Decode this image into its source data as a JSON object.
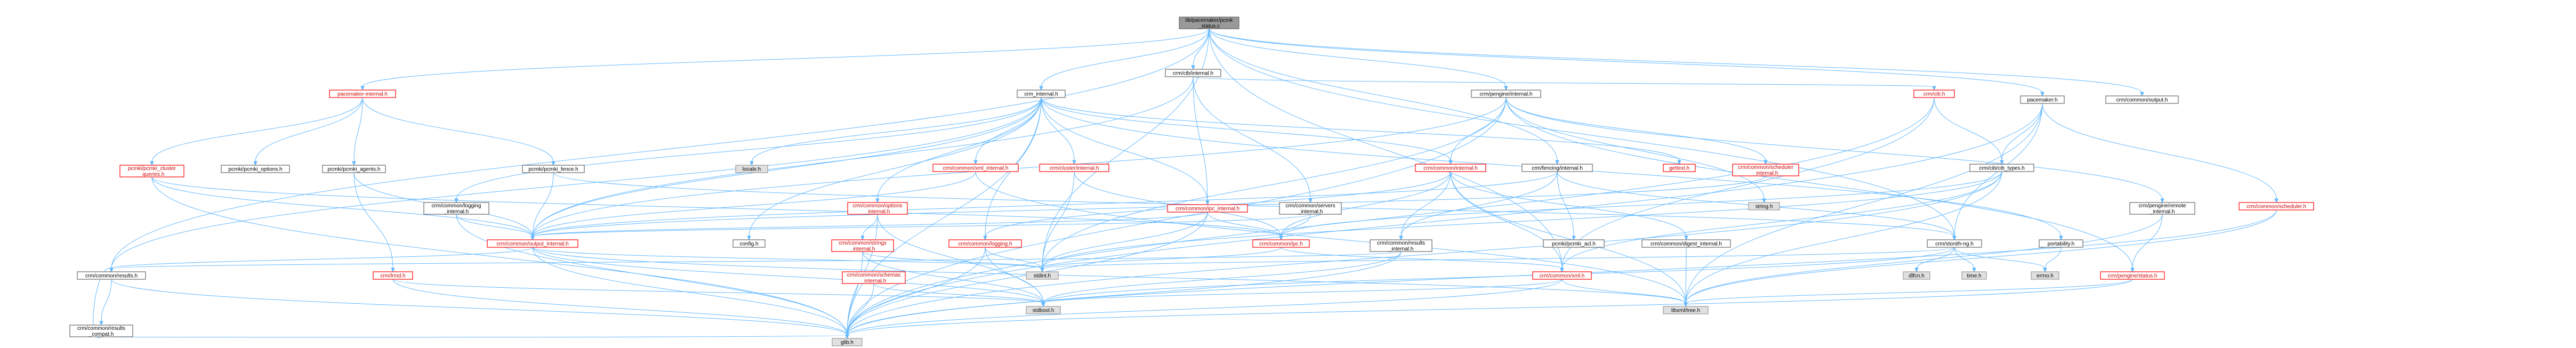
{
  "diagram": {
    "nodes": [
      {
        "id": "root",
        "lines": [
          "lib/pacemaker/pcmk",
          "_status.c"
        ],
        "style": "root"
      },
      {
        "id": "crm_cib_internal",
        "lines": [
          "crm/cib/internal.h"
        ],
        "style": "plain"
      },
      {
        "id": "crm_pengine_internal",
        "lines": [
          "crm/pengine/internal.h"
        ],
        "style": "plain"
      },
      {
        "id": "crm_common_output_h",
        "lines": [
          "crm/common/output.h"
        ],
        "style": "plain"
      },
      {
        "id": "pacemaker_h",
        "lines": [
          "pacemaker.h"
        ],
        "style": "plain"
      },
      {
        "id": "pacemaker_internal",
        "lines": [
          "pacemaker-internal.h"
        ],
        "style": "red"
      },
      {
        "id": "crm_internal",
        "lines": [
          "crm_internal.h"
        ],
        "style": "plain"
      },
      {
        "id": "crm_cib_h",
        "lines": [
          "crm/cib.h"
        ],
        "style": "red"
      },
      {
        "id": "pcmki_cluster_queries",
        "lines": [
          "pcmki/pcmki_cluster",
          "_queries.h"
        ],
        "style": "red"
      },
      {
        "id": "pcmki_options",
        "lines": [
          "pcmki/pcmki_options.h"
        ],
        "style": "plain"
      },
      {
        "id": "pcmki_agents",
        "lines": [
          "pcmki/pcmki_agents.h"
        ],
        "style": "plain"
      },
      {
        "id": "crm_common_logging_internal",
        "lines": [
          "crm/common/logging",
          "_internal.h"
        ],
        "style": "plain"
      },
      {
        "id": "pcmki_fence",
        "lines": [
          "pcmki/pcmki_fence.h"
        ],
        "style": "plain"
      },
      {
        "id": "locale_h",
        "lines": [
          "locale.h"
        ],
        "style": "gray"
      },
      {
        "id": "crm_common_options_internal",
        "lines": [
          "crm/common/options",
          "_internal.h"
        ],
        "style": "red"
      },
      {
        "id": "crm_common_xml_internal",
        "lines": [
          "crm/common/xml_internal.h"
        ],
        "style": "red"
      },
      {
        "id": "crm_cluster_internal",
        "lines": [
          "crm/cluster/internal.h"
        ],
        "style": "red"
      },
      {
        "id": "crm_common_ipc_internal",
        "lines": [
          "crm/common/ipc_internal.h"
        ],
        "style": "red"
      },
      {
        "id": "crm_common_servers_internal",
        "lines": [
          "crm/common/servers",
          "_internal.h"
        ],
        "style": "plain"
      },
      {
        "id": "crm_common_internal",
        "lines": [
          "crm/common/internal.h"
        ],
        "style": "red"
      },
      {
        "id": "crm_fencing_internal",
        "lines": [
          "crm/fencing/internal.h"
        ],
        "style": "plain"
      },
      {
        "id": "gettext_h",
        "lines": [
          "gettext.h"
        ],
        "style": "red"
      },
      {
        "id": "crm_common_scheduler_internal",
        "lines": [
          "crm/common/scheduler",
          "_internal.h"
        ],
        "style": "red"
      },
      {
        "id": "string_h",
        "lines": [
          "string.h"
        ],
        "style": "gray"
      },
      {
        "id": "crm_cib_cib_types",
        "lines": [
          "crm/cib/cib_types.h"
        ],
        "style": "plain"
      },
      {
        "id": "crm_pengine_remote_internal",
        "lines": [
          "crm/pengine/remote",
          "_internal.h"
        ],
        "style": "plain"
      },
      {
        "id": "crm_common_scheduler_h",
        "lines": [
          "crm/common/scheduler.h"
        ],
        "style": "red"
      },
      {
        "id": "crm_common_output_internal",
        "lines": [
          "crm/common/output_internal.h"
        ],
        "style": "red"
      },
      {
        "id": "config_h",
        "lines": [
          "config.h"
        ],
        "style": "plain"
      },
      {
        "id": "crm_common_strings_internal",
        "lines": [
          "crm/common/strings",
          "_internal.h"
        ],
        "style": "red"
      },
      {
        "id": "crm_common_logging_h",
        "lines": [
          "crm/common/logging.h"
        ],
        "style": "red"
      },
      {
        "id": "crm_common_ipc_h",
        "lines": [
          "crm/common/ipc.h"
        ],
        "style": "red"
      },
      {
        "id": "crm_common_results_internal",
        "lines": [
          "crm/common/results",
          "_internal.h"
        ],
        "style": "plain"
      },
      {
        "id": "pcmki_pcmki_acl",
        "lines": [
          "pcmki/pcmki_acl.h"
        ],
        "style": "plain"
      },
      {
        "id": "crm_common_digest_internal",
        "lines": [
          "crm/common/digest_internal.h"
        ],
        "style": "plain"
      },
      {
        "id": "crm_stonith_ng",
        "lines": [
          "crm/stonith-ng.h"
        ],
        "style": "plain"
      },
      {
        "id": "portability_h",
        "lines": [
          "portability.h"
        ],
        "style": "plain"
      },
      {
        "id": "crm_pengine_status",
        "lines": [
          "crm/pengine/status.h"
        ],
        "style": "red"
      },
      {
        "id": "crm_common_results_h",
        "lines": [
          "crm/common/results.h"
        ],
        "style": "plain"
      },
      {
        "id": "crm_lrmd_h",
        "lines": [
          "crm/lrmd.h"
        ],
        "style": "red"
      },
      {
        "id": "crm_common_schemas_internal",
        "lines": [
          "crm/common/schemas",
          "_internal.h"
        ],
        "style": "red"
      },
      {
        "id": "stdint_h",
        "lines": [
          "stdint.h"
        ],
        "style": "gray"
      },
      {
        "id": "crm_common_xml_h",
        "lines": [
          "crm/common/xml.h"
        ],
        "style": "red"
      },
      {
        "id": "dlfcn_h",
        "lines": [
          "dlfcn.h"
        ],
        "style": "gray"
      },
      {
        "id": "time_h",
        "lines": [
          "time.h"
        ],
        "style": "gray"
      },
      {
        "id": "errno_h",
        "lines": [
          "errno.h"
        ],
        "style": "gray"
      },
      {
        "id": "crm_common_results_compat",
        "lines": [
          "crm/common/results",
          "_compat.h"
        ],
        "style": "plain"
      },
      {
        "id": "stdbool_h",
        "lines": [
          "stdbool.h"
        ],
        "style": "gray"
      },
      {
        "id": "libxml_tree",
        "lines": [
          "libxml/tree.h"
        ],
        "style": "gray"
      },
      {
        "id": "glib_h",
        "lines": [
          "glib.h"
        ],
        "style": "gray"
      }
    ],
    "edges": [
      [
        "root",
        "crm_cib_internal"
      ],
      [
        "root",
        "crm_pengine_internal"
      ],
      [
        "root",
        "crm_common_output_h"
      ],
      [
        "root",
        "pacemaker_h"
      ],
      [
        "root",
        "pacemaker_internal"
      ],
      [
        "root",
        "crm_internal"
      ],
      [
        "root",
        "crm_common_results_h"
      ],
      [
        "root",
        "stdint_h"
      ],
      [
        "root",
        "crm_stonith_ng"
      ],
      [
        "root",
        "crm_fencing_internal"
      ],
      [
        "root",
        "crm_common_xml_h"
      ],
      [
        "crm_cib_internal",
        "crm_cib_h"
      ],
      [
        "crm_cib_internal",
        "crm_common_ipc_internal"
      ],
      [
        "crm_cib_internal",
        "crm_common_servers_internal"
      ],
      [
        "crm_cib_internal",
        "crm_common_output_internal"
      ],
      [
        "crm_pengine_internal",
        "crm_common_scheduler_internal"
      ],
      [
        "crm_pengine_internal",
        "string_h"
      ],
      [
        "crm_pengine_internal",
        "crm_pengine_remote_internal"
      ],
      [
        "crm_pengine_internal",
        "crm_pengine_status"
      ],
      [
        "crm_pengine_internal",
        "crm_common_output_internal"
      ],
      [
        "crm_pengine_internal",
        "crm_common_internal"
      ],
      [
        "crm_pengine_internal",
        "glib_h"
      ],
      [
        "crm_pengine_internal",
        "stdint_h"
      ],
      [
        "pacemaker_h",
        "crm_cib_cib_types"
      ],
      [
        "pacemaker_h",
        "crm_common_scheduler_h"
      ],
      [
        "pacemaker_h",
        "crm_stonith_ng"
      ],
      [
        "pacemaker_h",
        "glib_h"
      ],
      [
        "pacemaker_h",
        "libxml_tree"
      ],
      [
        "pacemaker_internal",
        "pcmki_cluster_queries"
      ],
      [
        "pacemaker_internal",
        "pcmki_options"
      ],
      [
        "pacemaker_internal",
        "pcmki_agents"
      ],
      [
        "pacemaker_internal",
        "pcmki_fence"
      ],
      [
        "crm_internal",
        "locale_h"
      ],
      [
        "crm_internal",
        "crm_common_options_internal"
      ],
      [
        "crm_internal",
        "crm_common_xml_internal"
      ],
      [
        "crm_internal",
        "crm_cluster_internal"
      ],
      [
        "crm_internal",
        "crm_common_ipc_internal"
      ],
      [
        "crm_internal",
        "crm_common_internal"
      ],
      [
        "crm_internal",
        "gettext_h"
      ],
      [
        "crm_internal",
        "crm_common_logging_internal"
      ],
      [
        "crm_internal",
        "config_h"
      ],
      [
        "crm_internal",
        "crm_common_output_internal"
      ],
      [
        "crm_internal",
        "crm_common_results_h"
      ],
      [
        "crm_internal",
        "portability_h"
      ],
      [
        "crm_internal",
        "crm_common_logging_h"
      ],
      [
        "crm_internal",
        "glib_h"
      ],
      [
        "crm_cib_h",
        "crm_cib_cib_types"
      ],
      [
        "crm_cib_h",
        "crm_common_xml_h"
      ],
      [
        "crm_cib_h",
        "glib_h"
      ],
      [
        "pcmki_cluster_queries",
        "crm_common_output_internal"
      ],
      [
        "pcmki_cluster_queries",
        "crm_common_ipc_h"
      ],
      [
        "pcmki_cluster_queries",
        "glib_h"
      ],
      [
        "pcmki_agents",
        "crm_common_output_internal"
      ],
      [
        "pcmki_agents",
        "crm_lrmd_h"
      ],
      [
        "pcmki_fence",
        "crm_common_output_internal"
      ],
      [
        "pcmki_fence",
        "crm_stonith_ng"
      ],
      [
        "crm_common_logging_internal",
        "crm_common_output_internal"
      ],
      [
        "crm_common_logging_internal",
        "glib_h"
      ],
      [
        "crm_common_options_internal",
        "crm_common_strings_internal"
      ],
      [
        "crm_common_options_internal",
        "glib_h"
      ],
      [
        "crm_common_options_internal",
        "stdbool_h"
      ],
      [
        "crm_common_xml_internal",
        "crm_common_output_internal"
      ],
      [
        "crm_common_xml_internal",
        "libxml_tree"
      ],
      [
        "crm_cluster_internal",
        "crm_common_ipc_h"
      ],
      [
        "crm_cluster_internal",
        "stdint_h"
      ],
      [
        "crm_common_ipc_internal",
        "crm_common_ipc_h"
      ],
      [
        "crm_common_ipc_internal",
        "stdint_h"
      ],
      [
        "crm_common_ipc_internal",
        "crm_common_output_internal"
      ],
      [
        "crm_common_ipc_internal",
        "glib_h"
      ],
      [
        "crm_common_servers_internal",
        "crm_common_ipc_h"
      ],
      [
        "crm_common_servers_internal",
        "crm_common_output_internal"
      ],
      [
        "crm_common_internal",
        "crm_common_results_internal"
      ],
      [
        "crm_common_internal",
        "crm_common_digest_internal"
      ],
      [
        "crm_common_internal",
        "crm_common_logging_h"
      ],
      [
        "crm_common_internal",
        "crm_common_ipc_h"
      ],
      [
        "crm_common_internal",
        "crm_common_xml_h"
      ],
      [
        "crm_common_internal",
        "libxml_tree"
      ],
      [
        "crm_fencing_internal",
        "crm_common_output_internal"
      ],
      [
        "crm_fencing_internal",
        "crm_stonith_ng"
      ],
      [
        "crm_fencing_internal",
        "pcmki_pcmki_acl"
      ],
      [
        "crm_fencing_internal",
        "crm_common_results_internal"
      ],
      [
        "crm_common_scheduler_internal",
        "crm_common_output_internal"
      ],
      [
        "crm_cib_cib_types",
        "crm_common_ipc_h"
      ],
      [
        "crm_cib_cib_types",
        "crm_common_xml_h"
      ],
      [
        "crm_cib_cib_types",
        "glib_h"
      ],
      [
        "crm_cib_cib_types",
        "libxml_tree"
      ],
      [
        "crm_cib_cib_types",
        "stdint_h"
      ],
      [
        "crm_pengine_remote_internal",
        "crm_pengine_status"
      ],
      [
        "crm_pengine_remote_internal",
        "libxml_tree"
      ],
      [
        "crm_common_scheduler_h",
        "libxml_tree"
      ],
      [
        "crm_common_scheduler_h",
        "glib_h"
      ],
      [
        "crm_common_output_internal",
        "crm_common_results_h"
      ],
      [
        "crm_common_output_internal",
        "stdbool_h"
      ],
      [
        "crm_common_output_internal",
        "stdint_h"
      ],
      [
        "crm_common_output_internal",
        "libxml_tree"
      ],
      [
        "crm_common_output_internal",
        "glib_h"
      ],
      [
        "crm_common_strings_internal",
        "glib_h"
      ],
      [
        "crm_common_strings_internal",
        "stdbool_h"
      ],
      [
        "crm_common_strings_internal",
        "stdint_h"
      ],
      [
        "crm_common_logging_h",
        "stdint_h"
      ],
      [
        "crm_common_logging_h",
        "glib_h"
      ],
      [
        "crm_common_logging_h",
        "stdbool_h"
      ],
      [
        "crm_common_ipc_h",
        "crm_common_xml_h"
      ],
      [
        "crm_common_ipc_h",
        "stdint_h"
      ],
      [
        "crm_common_results_internal",
        "glib_h"
      ],
      [
        "crm_common_results_internal",
        "stdbool_h"
      ],
      [
        "crm_common_results_internal",
        "crm_common_results_h"
      ],
      [
        "crm_common_digest_internal",
        "libxml_tree"
      ],
      [
        "crm_stonith_ng",
        "dlfcn_h"
      ],
      [
        "crm_stonith_ng",
        "time_h"
      ],
      [
        "crm_stonith_ng",
        "errno_h"
      ],
      [
        "crm_stonith_ng",
        "stdint_h"
      ],
      [
        "crm_stonith_ng",
        "stdbool_h"
      ],
      [
        "portability_h",
        "errno_h"
      ],
      [
        "crm_pengine_status",
        "glib_h"
      ],
      [
        "crm_pengine_status",
        "libxml_tree"
      ],
      [
        "crm_common_results_h",
        "crm_common_results_compat"
      ],
      [
        "crm_common_results_h",
        "glib_h"
      ],
      [
        "crm_common_results_compat",
        "crm_common_results_h"
      ],
      [
        "crm_common_results_compat",
        "glib_h"
      ],
      [
        "crm_lrmd_h",
        "stdbool_h"
      ],
      [
        "crm_lrmd_h",
        "glib_h"
      ],
      [
        "crm_common_schemas_internal",
        "glib_h"
      ],
      [
        "crm_common_schemas_internal",
        "stdbool_h"
      ],
      [
        "crm_common_xml_h",
        "stdbool_h"
      ],
      [
        "crm_common_xml_h",
        "libxml_tree"
      ],
      [
        "crm_common_xml_h",
        "glib_h"
      ]
    ]
  }
}
